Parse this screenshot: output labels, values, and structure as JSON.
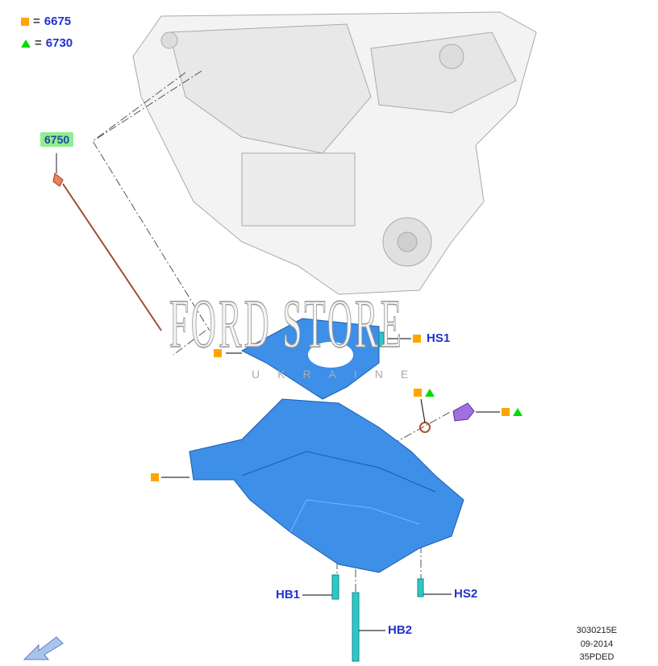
{
  "legend": [
    {
      "symbol": "orange-square",
      "equals": "=",
      "part": "6675"
    },
    {
      "symbol": "green-triangle",
      "equals": "=",
      "part": "6730"
    }
  ],
  "part_label": "6750",
  "callouts": {
    "hs1": "HS1",
    "hb1": "HB1",
    "hs2": "HS2",
    "hb2": "HB2"
  },
  "watermark": {
    "title": "FORD STORE",
    "subtitle": "UKRAINE"
  },
  "reference": {
    "code": "3030215E",
    "date": "09-2014",
    "model": "35PDED"
  },
  "colors": {
    "square": "#ffa500",
    "triangle": "#00dd00",
    "label": "#2233cc",
    "pan": "#3d8fe8"
  }
}
